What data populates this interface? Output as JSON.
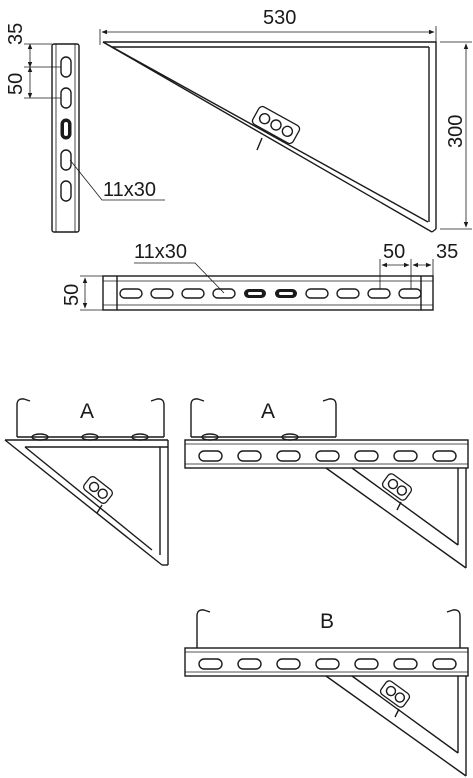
{
  "dimensions": {
    "width": "530",
    "height": "300",
    "top_offset": "35",
    "hole_pitch_vertical": "50",
    "slot_vertical": "11x30",
    "slot_horizontal": "11x30",
    "hole_pitch_horizontal": "50",
    "end_offset": "35",
    "rail_height": "50"
  },
  "views": {
    "mount_a_left": "A",
    "mount_a_right": "A",
    "mount_b": "B"
  }
}
